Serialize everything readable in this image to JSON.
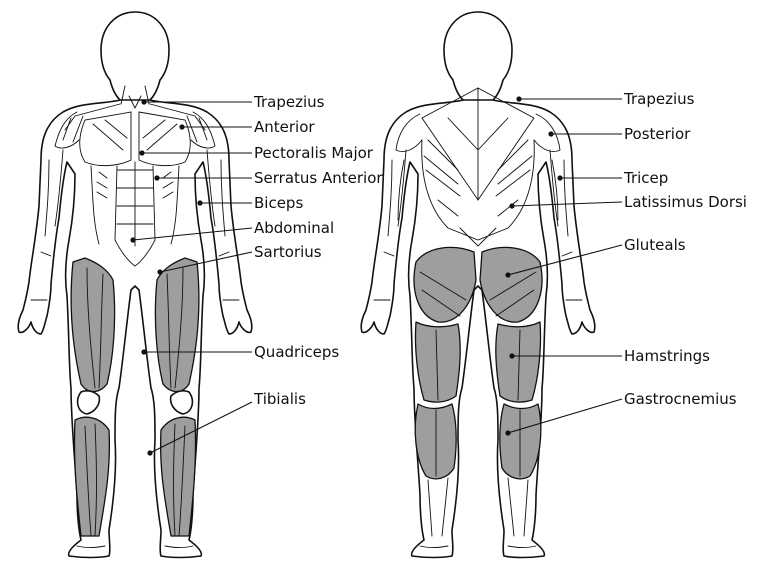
{
  "colors": {
    "outline": "#111111",
    "muscle_fill": "#9e9e9e",
    "background": "#ffffff"
  },
  "front_view": {
    "labels": [
      {
        "id": "trapezius",
        "text": "Trapezius"
      },
      {
        "id": "anterior",
        "text": "Anterior"
      },
      {
        "id": "pectoralis-major",
        "text": "Pectoralis Major"
      },
      {
        "id": "serratus-anterior",
        "text": "Serratus Anterior"
      },
      {
        "id": "biceps",
        "text": "Biceps"
      },
      {
        "id": "abdominal",
        "text": "Abdominal"
      },
      {
        "id": "sartorius",
        "text": "Sartorius"
      },
      {
        "id": "quadriceps",
        "text": "Quadriceps"
      },
      {
        "id": "tibialis",
        "text": "Tibialis"
      }
    ]
  },
  "back_view": {
    "labels": [
      {
        "id": "trapezius",
        "text": "Trapezius"
      },
      {
        "id": "posterior",
        "text": "Posterior"
      },
      {
        "id": "tricep",
        "text": "Tricep"
      },
      {
        "id": "latissimus-dorsi",
        "text": "Latissimus Dorsi"
      },
      {
        "id": "gluteals",
        "text": "Gluteals"
      },
      {
        "id": "hamstrings",
        "text": "Hamstrings"
      },
      {
        "id": "gastrocnemius",
        "text": "Gastrocnemius"
      }
    ]
  }
}
